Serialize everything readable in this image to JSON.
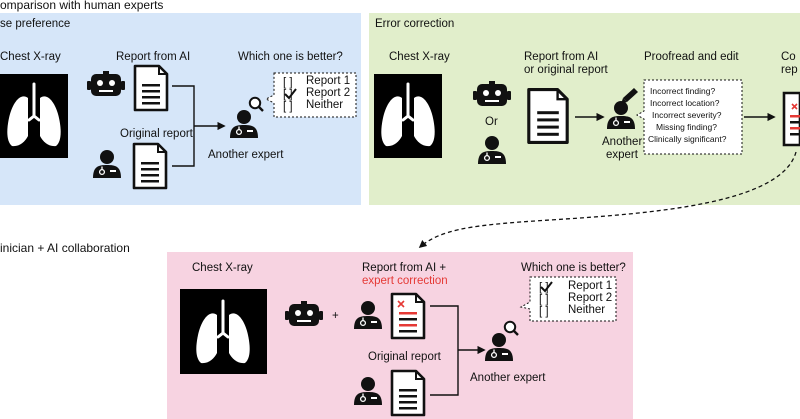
{
  "header": {
    "top_title": "omparison with human experts",
    "bottom_title": "inician + AI collaboration"
  },
  "panel_pref": {
    "title": "se preference",
    "chest_label": "Chest X-ray",
    "ai_report_label": "Report from AI",
    "original_label": "Original report",
    "question": "Which one is better?",
    "expert_label": "Another expert",
    "options": [
      {
        "text": "Report 1",
        "checked": false
      },
      {
        "text": "Report 2",
        "checked": true
      },
      {
        "text": "Neither",
        "checked": false
      }
    ]
  },
  "panel_err": {
    "title": "Error correction",
    "chest_label": "Chest X-ray",
    "report_line1": "Report from AI",
    "report_line2": "or original report",
    "or_label": "Or",
    "proofread_label": "Proofread and edit",
    "expert_line1": "Another",
    "expert_line2": "expert",
    "cut_line1": "Co",
    "cut_line2": "rep",
    "questions": [
      "Incorrect finding?",
      "Incorrect location?",
      "Incorrect severity?",
      "Missing finding?",
      "Clinically significant?"
    ]
  },
  "panel_collab": {
    "chest_label": "Chest X-ray",
    "report_line1": "Report from AI +",
    "report_line2": "expert correction",
    "plus": "+",
    "original_label": "Original report",
    "question": "Which one is better?",
    "expert_label": "Another expert",
    "options": [
      {
        "text": "Report 1",
        "checked": true
      },
      {
        "text": "Report 2",
        "checked": false
      },
      {
        "text": "Neither",
        "checked": false
      }
    ]
  },
  "colors": {
    "blue_panel": "#d6e6f9",
    "green_panel": "#e1eecb",
    "pink_panel": "#f7d3e1",
    "accent_red": "#e53935"
  }
}
